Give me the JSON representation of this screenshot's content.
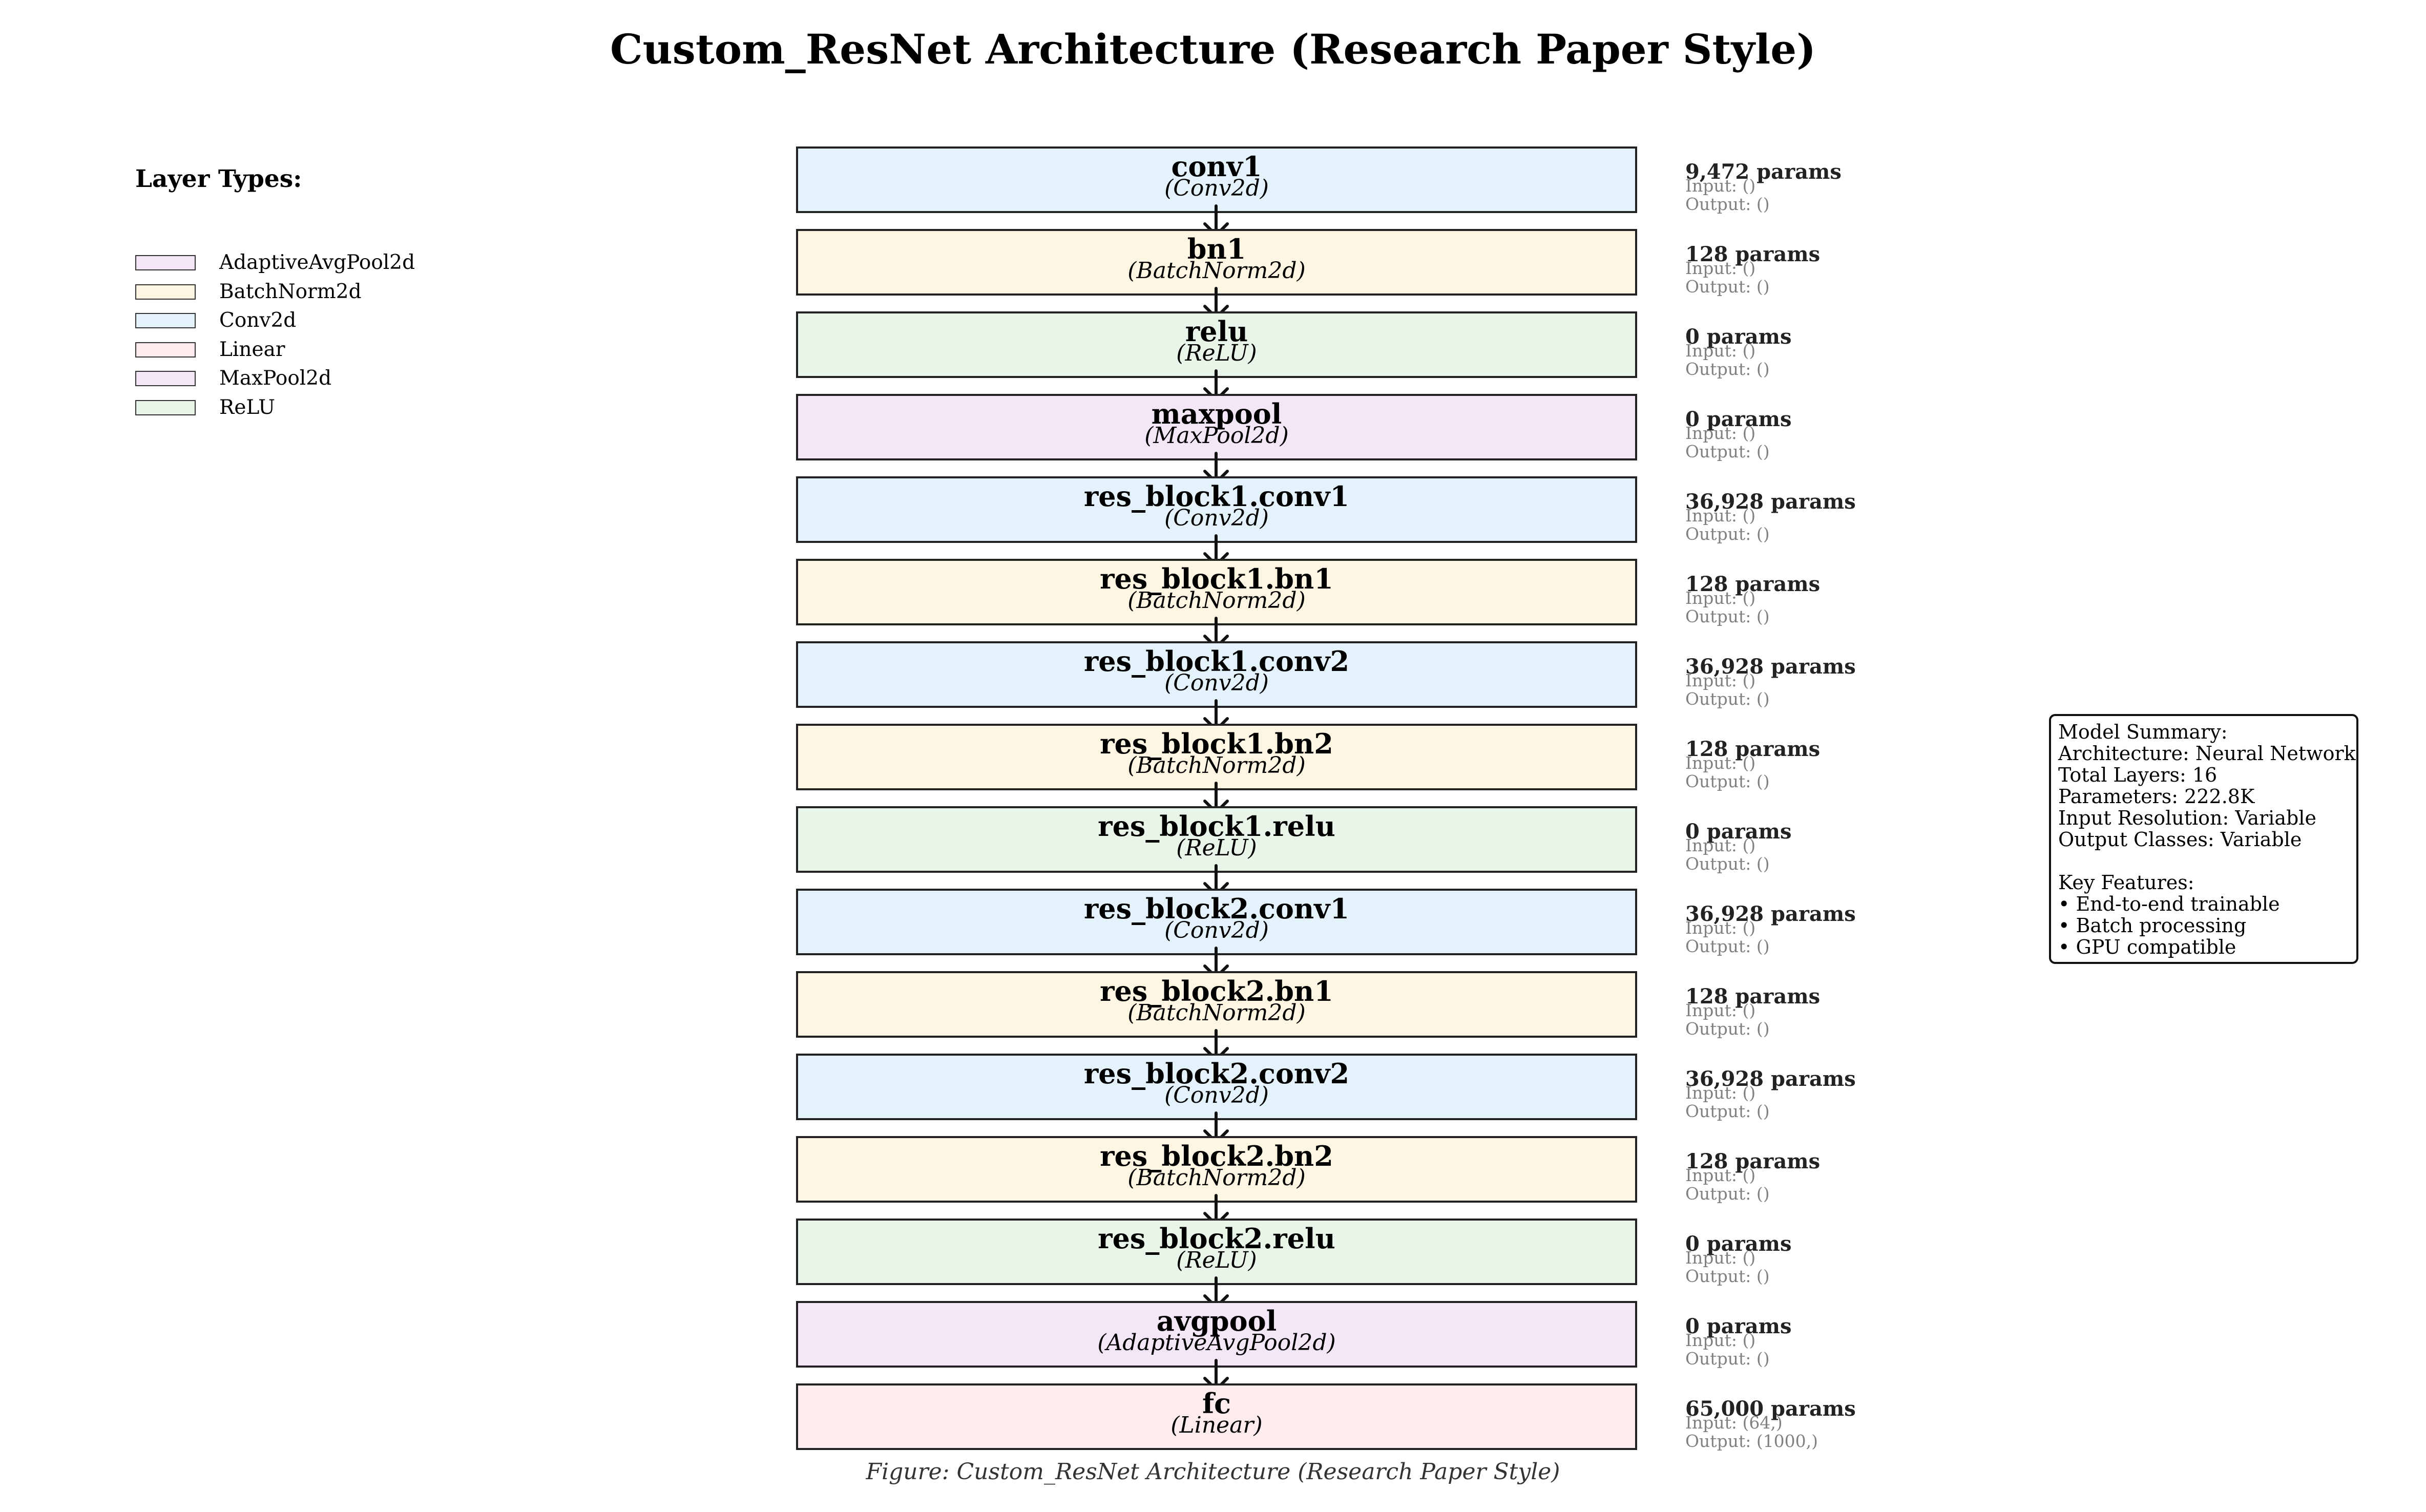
{
  "title": "Custom_ResNet Architecture (Research Paper Style)",
  "caption": "Figure: Custom_ResNet Architecture (Research Paper Style)",
  "legend": {
    "title": "Layer Types:",
    "items": [
      {
        "label": "AdaptiveAvgPool2d",
        "color": "#f3e6f7"
      },
      {
        "label": "BatchNorm2d",
        "color": "#fff5e3"
      },
      {
        "label": "Conv2d",
        "color": "#e4f2fb"
      },
      {
        "label": "Linear",
        "color": "#fdebee"
      },
      {
        "label": "MaxPool2d",
        "color": "#f3e6f7"
      },
      {
        "label": "ReLU",
        "color": "#e9f5e9"
      }
    ]
  },
  "layers": [
    {
      "name": "conv1",
      "type": "(Conv2d)",
      "params": "9,472 params",
      "input": "Input: ()",
      "output": "Output: ()",
      "color": "#e4f2fb"
    },
    {
      "name": "bn1",
      "type": "(BatchNorm2d)",
      "params": "128 params",
      "input": "Input: ()",
      "output": "Output: ()",
      "color": "#fff5e3"
    },
    {
      "name": "relu",
      "type": "(ReLU)",
      "params": "0 params",
      "input": "Input: ()",
      "output": "Output: ()",
      "color": "#e9f5e9"
    },
    {
      "name": "maxpool",
      "type": "(MaxPool2d)",
      "params": "0 params",
      "input": "Input: ()",
      "output": "Output: ()",
      "color": "#f3e6f7"
    },
    {
      "name": "res_block1.conv1",
      "type": "(Conv2d)",
      "params": "36,928 params",
      "input": "Input: ()",
      "output": "Output: ()",
      "color": "#e4f2fb"
    },
    {
      "name": "res_block1.bn1",
      "type": "(BatchNorm2d)",
      "params": "128 params",
      "input": "Input: ()",
      "output": "Output: ()",
      "color": "#fff5e3"
    },
    {
      "name": "res_block1.conv2",
      "type": "(Conv2d)",
      "params": "36,928 params",
      "input": "Input: ()",
      "output": "Output: ()",
      "color": "#e4f2fb"
    },
    {
      "name": "res_block1.bn2",
      "type": "(BatchNorm2d)",
      "params": "128 params",
      "input": "Input: ()",
      "output": "Output: ()",
      "color": "#fff5e3"
    },
    {
      "name": "res_block1.relu",
      "type": "(ReLU)",
      "params": "0 params",
      "input": "Input: ()",
      "output": "Output: ()",
      "color": "#e9f5e9"
    },
    {
      "name": "res_block2.conv1",
      "type": "(Conv2d)",
      "params": "36,928 params",
      "input": "Input: ()",
      "output": "Output: ()",
      "color": "#e4f2fb"
    },
    {
      "name": "res_block2.bn1",
      "type": "(BatchNorm2d)",
      "params": "128 params",
      "input": "Input: ()",
      "output": "Output: ()",
      "color": "#fff5e3"
    },
    {
      "name": "res_block2.conv2",
      "type": "(Conv2d)",
      "params": "36,928 params",
      "input": "Input: ()",
      "output": "Output: ()",
      "color": "#e4f2fb"
    },
    {
      "name": "res_block2.bn2",
      "type": "(BatchNorm2d)",
      "params": "128 params",
      "input": "Input: ()",
      "output": "Output: ()",
      "color": "#fff5e3"
    },
    {
      "name": "res_block2.relu",
      "type": "(ReLU)",
      "params": "0 params",
      "input": "Input: ()",
      "output": "Output: ()",
      "color": "#e9f5e9"
    },
    {
      "name": "avgpool",
      "type": "(AdaptiveAvgPool2d)",
      "params": "0 params",
      "input": "Input: ()",
      "output": "Output: ()",
      "color": "#f3e6f7"
    },
    {
      "name": "fc",
      "type": "(Linear)",
      "params": "65,000 params",
      "input": "Input: (64,)",
      "output": "Output: (1000,)",
      "color": "#fdebee"
    }
  ],
  "summary": {
    "lines": [
      "Model Summary:",
      "Architecture: Neural Network",
      "Total Layers: 16",
      "Parameters: 222.8K",
      "Input Resolution: Variable",
      "Output Classes: Variable",
      "",
      "Key Features:",
      "• End-to-end trainable",
      "• Batch processing",
      "• GPU compatible"
    ]
  }
}
